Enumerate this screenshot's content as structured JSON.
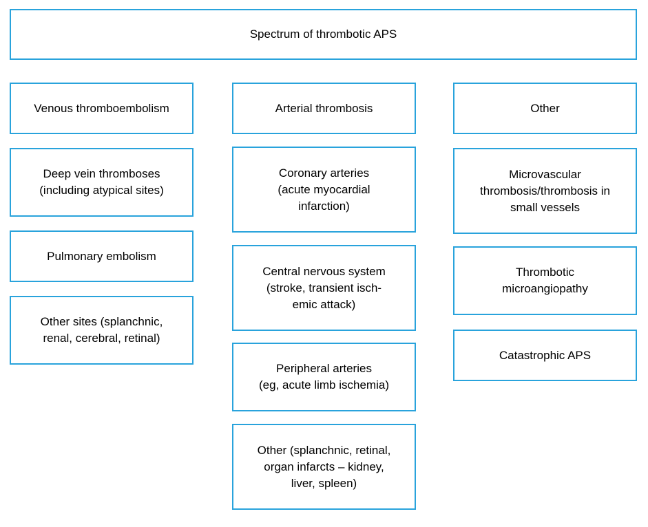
{
  "diagram": {
    "border_color": "#29a3dc",
    "title": "Spectrum of thrombotic APS",
    "columns": [
      {
        "header": "Venous thromboembolism",
        "items": [
          "Deep vein thromboses\n(including atypical sites)",
          "Pulmonary embolism",
          "Other sites (splanchnic,\nrenal, cerebral, retinal)"
        ]
      },
      {
        "header": "Arterial thrombosis",
        "items": [
          "Coronary arteries\n(acute myocardial\ninfarction)",
          "Central nervous system\n(stroke, transient isch-\nemic attack)",
          "Peripheral arteries\n(eg, acute limb ischemia)",
          "Other (splanchnic, retinal,\norgan infarcts – kidney,\nliver, spleen)"
        ]
      },
      {
        "header": "Other",
        "items": [
          "Microvascular\nthrombosis/thrombosis in\nsmall vessels",
          "Thrombotic\nmicroangiopathy",
          "Catastrophic APS"
        ]
      }
    ]
  }
}
